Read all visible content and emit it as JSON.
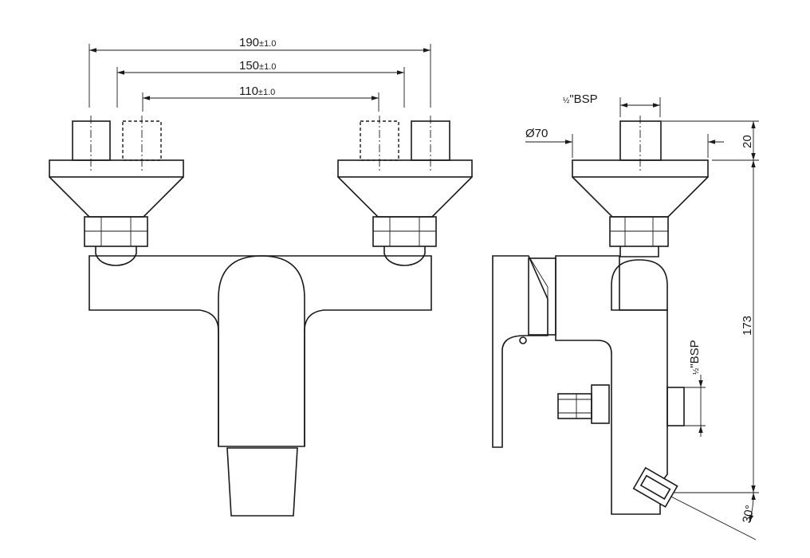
{
  "dimensions": {
    "width_190": {
      "value": "190",
      "tolerance": "±1.0"
    },
    "width_150": {
      "value": "150",
      "tolerance": "±1.0"
    },
    "width_110": {
      "value": "110",
      "tolerance": "±1.0"
    },
    "thread_top": {
      "fraction": "½",
      "unit": "\"BSP"
    },
    "thread_side": {
      "fraction": "½",
      "unit": "\"BSP"
    },
    "diameter": "Ø70",
    "height_20": "20",
    "height_173": "173",
    "angle": "30°"
  }
}
